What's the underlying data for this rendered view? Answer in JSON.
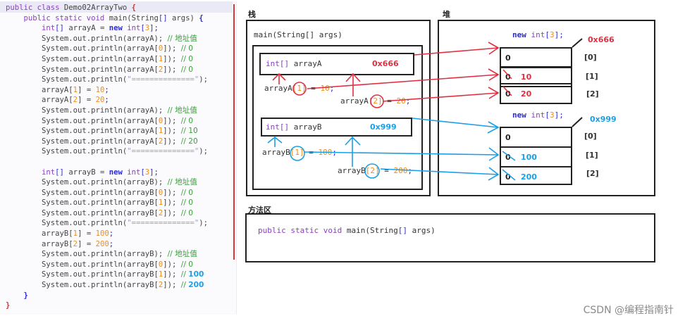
{
  "code": {
    "lines": [
      [
        {
          "t": "public class ",
          "c": "kw"
        },
        {
          "t": "Demo02ArrayTwo ",
          "c": ""
        },
        {
          "t": "{",
          "c": "brace-red"
        }
      ],
      [
        {
          "t": "    public static void ",
          "c": "kw"
        },
        {
          "t": "main(String",
          "c": ""
        },
        {
          "t": "[]",
          "c": "punc"
        },
        {
          "t": " args) ",
          "c": ""
        },
        {
          "t": "{",
          "c": "brace-blue"
        }
      ],
      [
        {
          "t": "        int",
          "c": "kw"
        },
        {
          "t": "[]",
          "c": "punc"
        },
        {
          "t": " arrayA = ",
          "c": ""
        },
        {
          "t": "new ",
          "c": "kw2"
        },
        {
          "t": "int",
          "c": "kw"
        },
        {
          "t": "[",
          "c": "punc"
        },
        {
          "t": "3",
          "c": "num"
        },
        {
          "t": "];",
          "c": "punc"
        }
      ],
      [
        {
          "t": "        System.out.println(arrayA); ",
          "c": ""
        },
        {
          "t": "// 地址值",
          "c": "cm"
        }
      ],
      [
        {
          "t": "        System.out.println(arrayA[",
          "c": ""
        },
        {
          "t": "0",
          "c": "num"
        },
        {
          "t": "]); ",
          "c": ""
        },
        {
          "t": "// 0",
          "c": "cm"
        }
      ],
      [
        {
          "t": "        System.out.println(arrayA[",
          "c": ""
        },
        {
          "t": "1",
          "c": "num"
        },
        {
          "t": "]); ",
          "c": ""
        },
        {
          "t": "// 0",
          "c": "cm"
        }
      ],
      [
        {
          "t": "        System.out.println(arrayA[",
          "c": ""
        },
        {
          "t": "2",
          "c": "num"
        },
        {
          "t": "]); ",
          "c": ""
        },
        {
          "t": "// 0",
          "c": "cm"
        }
      ],
      [
        {
          "t": "        System.out.println(",
          "c": ""
        },
        {
          "t": "\"==============\"",
          "c": "str"
        },
        {
          "t": ");",
          "c": ""
        }
      ],
      [
        {
          "t": "        arrayA[",
          "c": ""
        },
        {
          "t": "1",
          "c": "num"
        },
        {
          "t": "] = ",
          "c": ""
        },
        {
          "t": "10",
          "c": "num"
        },
        {
          "t": ";",
          "c": "punc"
        }
      ],
      [
        {
          "t": "        arrayA[",
          "c": ""
        },
        {
          "t": "2",
          "c": "num"
        },
        {
          "t": "] = ",
          "c": ""
        },
        {
          "t": "20",
          "c": "num"
        },
        {
          "t": ";",
          "c": "punc"
        }
      ],
      [
        {
          "t": "        System.out.println(arrayA); ",
          "c": ""
        },
        {
          "t": "// 地址值",
          "c": "cm"
        }
      ],
      [
        {
          "t": "        System.out.println(arrayA[",
          "c": ""
        },
        {
          "t": "0",
          "c": "num"
        },
        {
          "t": "]); ",
          "c": ""
        },
        {
          "t": "// 0",
          "c": "cm"
        }
      ],
      [
        {
          "t": "        System.out.println(arrayA[",
          "c": ""
        },
        {
          "t": "1",
          "c": "num"
        },
        {
          "t": "]); ",
          "c": ""
        },
        {
          "t": "// 10",
          "c": "cm"
        }
      ],
      [
        {
          "t": "        System.out.println(arrayA[",
          "c": ""
        },
        {
          "t": "2",
          "c": "num"
        },
        {
          "t": "]); ",
          "c": ""
        },
        {
          "t": "// 20",
          "c": "cm"
        }
      ],
      [
        {
          "t": "        System.out.println(",
          "c": ""
        },
        {
          "t": "\"==============\"",
          "c": "str"
        },
        {
          "t": ");",
          "c": ""
        }
      ],
      [
        {
          "t": "",
          "c": ""
        }
      ],
      [
        {
          "t": "        int",
          "c": "kw"
        },
        {
          "t": "[]",
          "c": "punc"
        },
        {
          "t": " arrayB = ",
          "c": ""
        },
        {
          "t": "new ",
          "c": "kw2"
        },
        {
          "t": "int",
          "c": "kw"
        },
        {
          "t": "[",
          "c": "punc"
        },
        {
          "t": "3",
          "c": "num"
        },
        {
          "t": "];",
          "c": "punc"
        }
      ],
      [
        {
          "t": "        System.out.println(arrayB); ",
          "c": ""
        },
        {
          "t": "// 地址值",
          "c": "cm"
        }
      ],
      [
        {
          "t": "        System.out.println(arrayB[",
          "c": ""
        },
        {
          "t": "0",
          "c": "num"
        },
        {
          "t": "]); ",
          "c": ""
        },
        {
          "t": "// 0",
          "c": "cm"
        }
      ],
      [
        {
          "t": "        System.out.println(arrayB[",
          "c": ""
        },
        {
          "t": "1",
          "c": "num"
        },
        {
          "t": "]); ",
          "c": ""
        },
        {
          "t": "// 0",
          "c": "cm"
        }
      ],
      [
        {
          "t": "        System.out.println(arrayB[",
          "c": ""
        },
        {
          "t": "2",
          "c": "num"
        },
        {
          "t": "]); ",
          "c": ""
        },
        {
          "t": "// 0",
          "c": "cm"
        }
      ],
      [
        {
          "t": "        System.out.println(",
          "c": ""
        },
        {
          "t": "\"==============\"",
          "c": "str"
        },
        {
          "t": ");",
          "c": ""
        }
      ],
      [
        {
          "t": "        arrayB[",
          "c": ""
        },
        {
          "t": "1",
          "c": "num"
        },
        {
          "t": "] = ",
          "c": ""
        },
        {
          "t": "100",
          "c": "num"
        },
        {
          "t": ";",
          "c": "punc"
        }
      ],
      [
        {
          "t": "        arrayB[",
          "c": ""
        },
        {
          "t": "2",
          "c": "num"
        },
        {
          "t": "] = ",
          "c": ""
        },
        {
          "t": "200",
          "c": "num"
        },
        {
          "t": ";",
          "c": "punc"
        }
      ],
      [
        {
          "t": "        System.out.println(arrayB); ",
          "c": ""
        },
        {
          "t": "// 地址值",
          "c": "cm"
        }
      ],
      [
        {
          "t": "        System.out.println(arrayB[",
          "c": ""
        },
        {
          "t": "0",
          "c": "num"
        },
        {
          "t": "]); ",
          "c": ""
        },
        {
          "t": "// 0",
          "c": "cm"
        }
      ],
      [
        {
          "t": "        System.out.println(arrayB[",
          "c": ""
        },
        {
          "t": "1",
          "c": "num"
        },
        {
          "t": "]); ",
          "c": ""
        },
        {
          "t": "// ",
          "c": "cm"
        },
        {
          "t": "100",
          "c": "cmb"
        }
      ],
      [
        {
          "t": "        System.out.println(arrayB[",
          "c": ""
        },
        {
          "t": "2",
          "c": "num"
        },
        {
          "t": "]); ",
          "c": ""
        },
        {
          "t": "// ",
          "c": "cm"
        },
        {
          "t": "200",
          "c": "cmb"
        }
      ],
      [
        {
          "t": "    }",
          "c": "brace-blue"
        }
      ],
      [
        {
          "t": "}",
          "c": "brace-red"
        }
      ]
    ]
  },
  "diagram": {
    "stack": {
      "title": "栈",
      "frame_label": "main(String[] args)",
      "var_a": {
        "type": "int[]",
        "name": " arrayA",
        "address": "0x666"
      },
      "var_b": {
        "type": "int[]",
        "name": " arrayB",
        "address": "0x999"
      },
      "assign_a1": {
        "pre": "arrayA",
        "idx": "[1]",
        "post": " = ",
        "val": "10",
        "end": ";"
      },
      "assign_a2": {
        "pre": "arrayA",
        "idx": "[2]",
        "post": " = ",
        "val": "20",
        "end": ";"
      },
      "assign_b1": {
        "pre": "arrayB",
        "idx": "[1]",
        "post": " = ",
        "val": "100",
        "end": ";"
      },
      "assign_b2": {
        "pre": "arrayB",
        "idx": "[2]",
        "post": " = ",
        "val": "200",
        "end": ";"
      }
    },
    "heap": {
      "title": "堆",
      "arrays": [
        {
          "new_expr": {
            "new": "new ",
            "type": "int",
            "open": "[",
            "size": "3",
            "close": "];"
          },
          "address": "0x666",
          "cells": [
            {
              "index": "[0]",
              "value": "0",
              "new_value": ""
            },
            {
              "index": "[1]",
              "value": "0",
              "new_value": "10"
            },
            {
              "index": "[2]",
              "value": "0",
              "new_value": "20"
            }
          ],
          "color": "#e03040"
        },
        {
          "new_expr": {
            "new": "new ",
            "type": "int",
            "open": "[",
            "size": "3",
            "close": "];"
          },
          "address": "0x999",
          "cells": [
            {
              "index": "[0]",
              "value": "0",
              "new_value": ""
            },
            {
              "index": "[1]",
              "value": "0",
              "new_value": "100"
            },
            {
              "index": "[2]",
              "value": "0",
              "new_value": "200"
            }
          ],
          "color": "#1aa0e6"
        }
      ]
    },
    "method_area": {
      "title": "方法区",
      "signature": {
        "mods": "public static void ",
        "rest": "main(String",
        "br": "[]",
        "args": " args)"
      }
    }
  },
  "watermark": "CSDN @编程指南针"
}
